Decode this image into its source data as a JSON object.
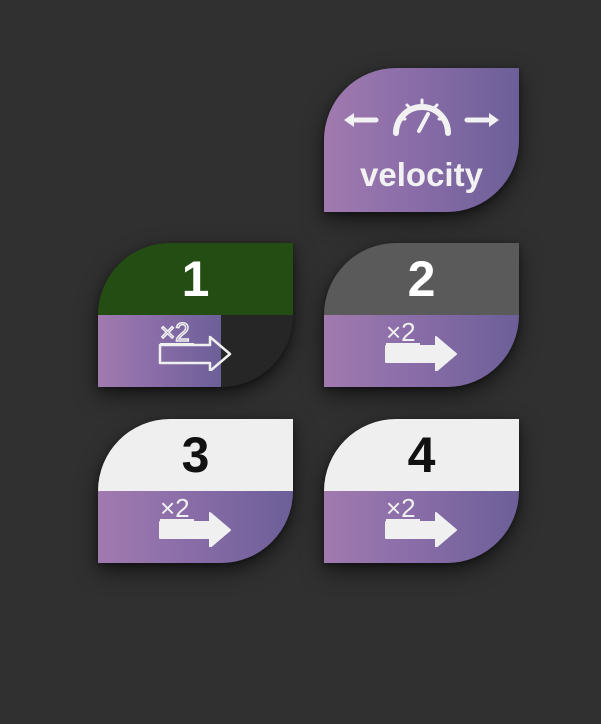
{
  "header_tile": {
    "label": "velocity",
    "icons": [
      "arrow-left-icon",
      "speedometer-icon",
      "arrow-right-icon"
    ]
  },
  "colors": {
    "background": "#303030",
    "gradient_start": "#a17aaf",
    "gradient_end": "#6c5f98",
    "active_top": "#234d12",
    "inactive_top": "#5a5a5a",
    "light_top": "#efefef",
    "dark_number": "#111111",
    "light_number": "#ffffff"
  },
  "tiles": [
    {
      "number": "1",
      "multiplier": "×2",
      "icon": "double-speed-arrow-icon",
      "state": "active",
      "progress": 0.63
    },
    {
      "number": "2",
      "multiplier": "×2",
      "icon": "double-speed-arrow-icon",
      "state": "inactive"
    },
    {
      "number": "3",
      "multiplier": "×2",
      "icon": "double-speed-arrow-icon",
      "state": "default"
    },
    {
      "number": "4",
      "multiplier": "×2",
      "icon": "double-speed-arrow-icon",
      "state": "default"
    }
  ]
}
